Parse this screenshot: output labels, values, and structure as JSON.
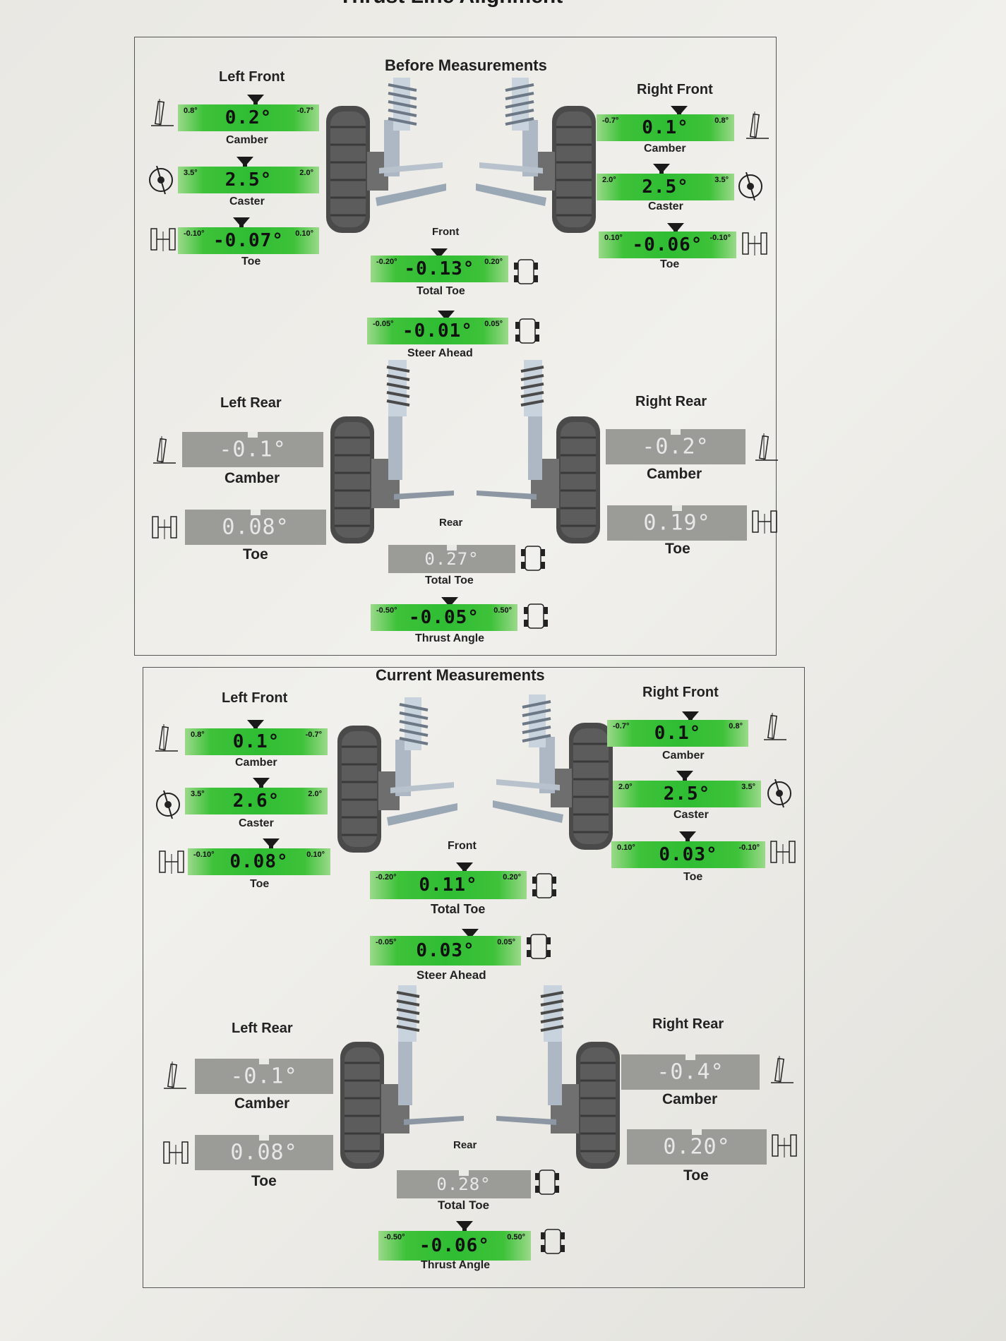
{
  "title": "Thrust Line Alignment",
  "sections": [
    {
      "title": "Before Measurements",
      "labels": {
        "left_front": "Left Front",
        "right_front": "Right Front",
        "left_rear": "Left Rear",
        "right_rear": "Right Rear",
        "front": "Front",
        "rear": "Rear"
      },
      "lf": {
        "camber": {
          "value": "0.2°",
          "min": "0.8°",
          "max": "-0.7°",
          "label": "Camber"
        },
        "caster": {
          "value": "2.5°",
          "min": "3.5°",
          "max": "2.0°",
          "label": "Caster"
        },
        "toe": {
          "value": "-0.07°",
          "min": "-0.10°",
          "max": "0.10°",
          "label": "Toe"
        }
      },
      "rf": {
        "camber": {
          "value": "0.1°",
          "min": "-0.7°",
          "max": "0.8°",
          "label": "Camber"
        },
        "caster": {
          "value": "2.5°",
          "min": "2.0°",
          "max": "3.5°",
          "label": "Caster"
        },
        "toe": {
          "value": "-0.06°",
          "min": "0.10°",
          "max": "-0.10°",
          "label": "Toe"
        }
      },
      "front_total_toe": {
        "value": "-0.13°",
        "min": "-0.20°",
        "max": "0.20°",
        "label": "Total Toe"
      },
      "steer_ahead": {
        "value": "-0.01°",
        "min": "-0.05°",
        "max": "0.05°",
        "label": "Steer Ahead"
      },
      "lr": {
        "camber": {
          "value": "-0.1°",
          "label": "Camber"
        },
        "toe": {
          "value": "0.08°",
          "label": "Toe"
        }
      },
      "rr": {
        "camber": {
          "value": "-0.2°",
          "label": "Camber"
        },
        "toe": {
          "value": "0.19°",
          "label": "Toe"
        }
      },
      "rear_total_toe": {
        "value": "0.27°",
        "label": "Total Toe"
      },
      "thrust_angle": {
        "value": "-0.05°",
        "min": "-0.50°",
        "max": "0.50°",
        "label": "Thrust Angle"
      }
    },
    {
      "title": "Current Measurements",
      "labels": {
        "left_front": "Left Front",
        "right_front": "Right Front",
        "left_rear": "Left Rear",
        "right_rear": "Right Rear",
        "front": "Front",
        "rear": "Rear"
      },
      "lf": {
        "camber": {
          "value": "0.1°",
          "min": "0.8°",
          "max": "-0.7°",
          "label": "Camber"
        },
        "caster": {
          "value": "2.6°",
          "min": "3.5°",
          "max": "2.0°",
          "label": "Caster"
        },
        "toe": {
          "value": "0.08°",
          "min": "-0.10°",
          "max": "0.10°",
          "label": "Toe"
        }
      },
      "rf": {
        "camber": {
          "value": "0.1°",
          "min": "-0.7°",
          "max": "0.8°",
          "label": "Camber"
        },
        "caster": {
          "value": "2.5°",
          "min": "2.0°",
          "max": "3.5°",
          "label": "Caster"
        },
        "toe": {
          "value": "0.03°",
          "min": "0.10°",
          "max": "-0.10°",
          "label": "Toe"
        }
      },
      "front_total_toe": {
        "value": "0.11°",
        "min": "-0.20°",
        "max": "0.20°",
        "label": "Total Toe"
      },
      "steer_ahead": {
        "value": "0.03°",
        "min": "-0.05°",
        "max": "0.05°",
        "label": "Steer Ahead"
      },
      "lr": {
        "camber": {
          "value": "-0.1°",
          "label": "Camber"
        },
        "toe": {
          "value": "0.08°",
          "label": "Toe"
        }
      },
      "rr": {
        "camber": {
          "value": "-0.4°",
          "label": "Camber"
        },
        "toe": {
          "value": "0.20°",
          "label": "Toe"
        }
      },
      "rear_total_toe": {
        "value": "0.28°",
        "label": "Total Toe"
      },
      "thrust_angle": {
        "value": "-0.06°",
        "min": "-0.50°",
        "max": "0.50°",
        "label": "Thrust Angle"
      }
    }
  ]
}
